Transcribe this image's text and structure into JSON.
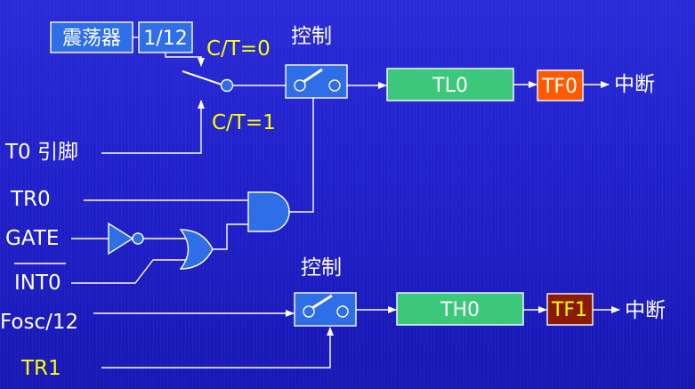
{
  "blocks": {
    "oscillator": "震荡器",
    "divider": "1/12",
    "tl0": "TL0",
    "th0": "TH0",
    "tf0": "TF0",
    "tf1": "TF1"
  },
  "labels": {
    "control_top": "控制",
    "control_bottom": "控制",
    "ct0": "C/T=0",
    "ct1": "C/T=1",
    "t0_pin": "T0 引脚",
    "tr0": "TR0",
    "gate": "GATE",
    "int0": "INT0",
    "fosc12": "Fosc/12",
    "tr1": "TR1",
    "interrupt_top": "中断",
    "interrupt_bottom": "中断"
  },
  "colors": {
    "background": "#2121cc",
    "block_blue": "#2e6ee6",
    "register_green": "#3cc87a",
    "tf0_orange": "#ff5a00",
    "tf1_dark_red": "#8b1a00",
    "label_yellow": "#ffff00"
  }
}
